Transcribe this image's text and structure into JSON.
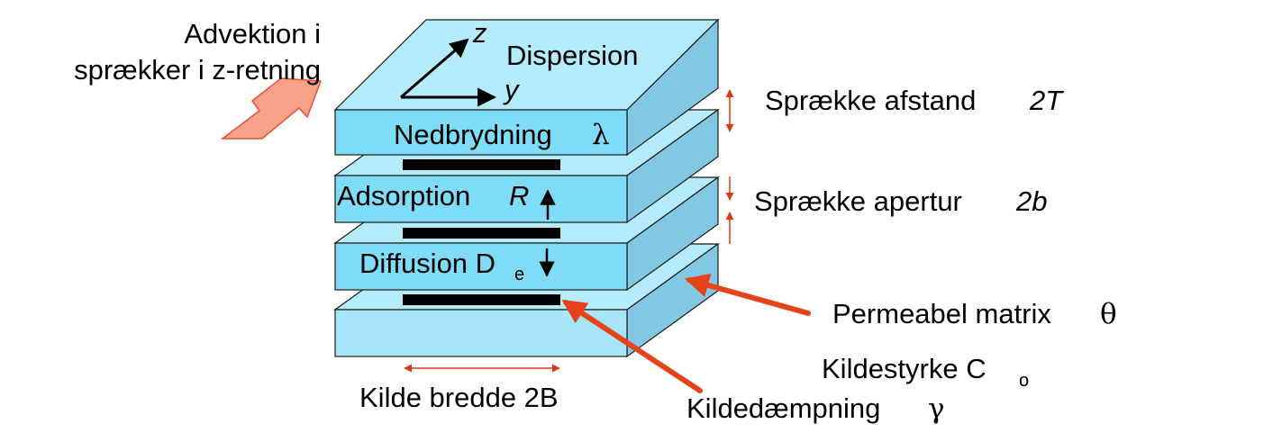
{
  "diagram": {
    "labels": {
      "advection_line1": "Advektion i",
      "advection_line2": "sprækker i z-retning",
      "axis_z": "z",
      "axis_y": "y",
      "dispersion": "Dispersion",
      "degradation": "Nedbrydning",
      "degradation_symbol": "λ",
      "adsorption": "Adsorption",
      "adsorption_symbol": "R",
      "diffusion": "Diffusion D",
      "diffusion_subscript": "e",
      "fracture_spacing": "Sprække afstand",
      "fracture_spacing_symbol": "2T",
      "fracture_aperture": "Sprække apertur",
      "fracture_aperture_symbol": "2b",
      "permeable_matrix": "Permeabel matrix",
      "permeable_matrix_symbol": "θ",
      "source_strength": "Kildestyrke C",
      "source_strength_subscript": "o",
      "source_attenuation": "Kildedæmpning",
      "source_attenuation_symbol": "γ",
      "source_width": "Kilde bredde 2B"
    },
    "colors": {
      "slab_front": "#a6e6f8",
      "slab_front_mid": "#7fdcf6",
      "slab_top": "#b4ecfb",
      "slab_side": "#82c8e2",
      "slab_stroke": "#1a1a1a",
      "source_bar": "#000000",
      "red_arrow": "#e8421a",
      "advection_arrow_fill": "#f7a08a",
      "advection_arrow_stroke": "#e0532b",
      "dim_arrow": "#d93a14"
    }
  }
}
